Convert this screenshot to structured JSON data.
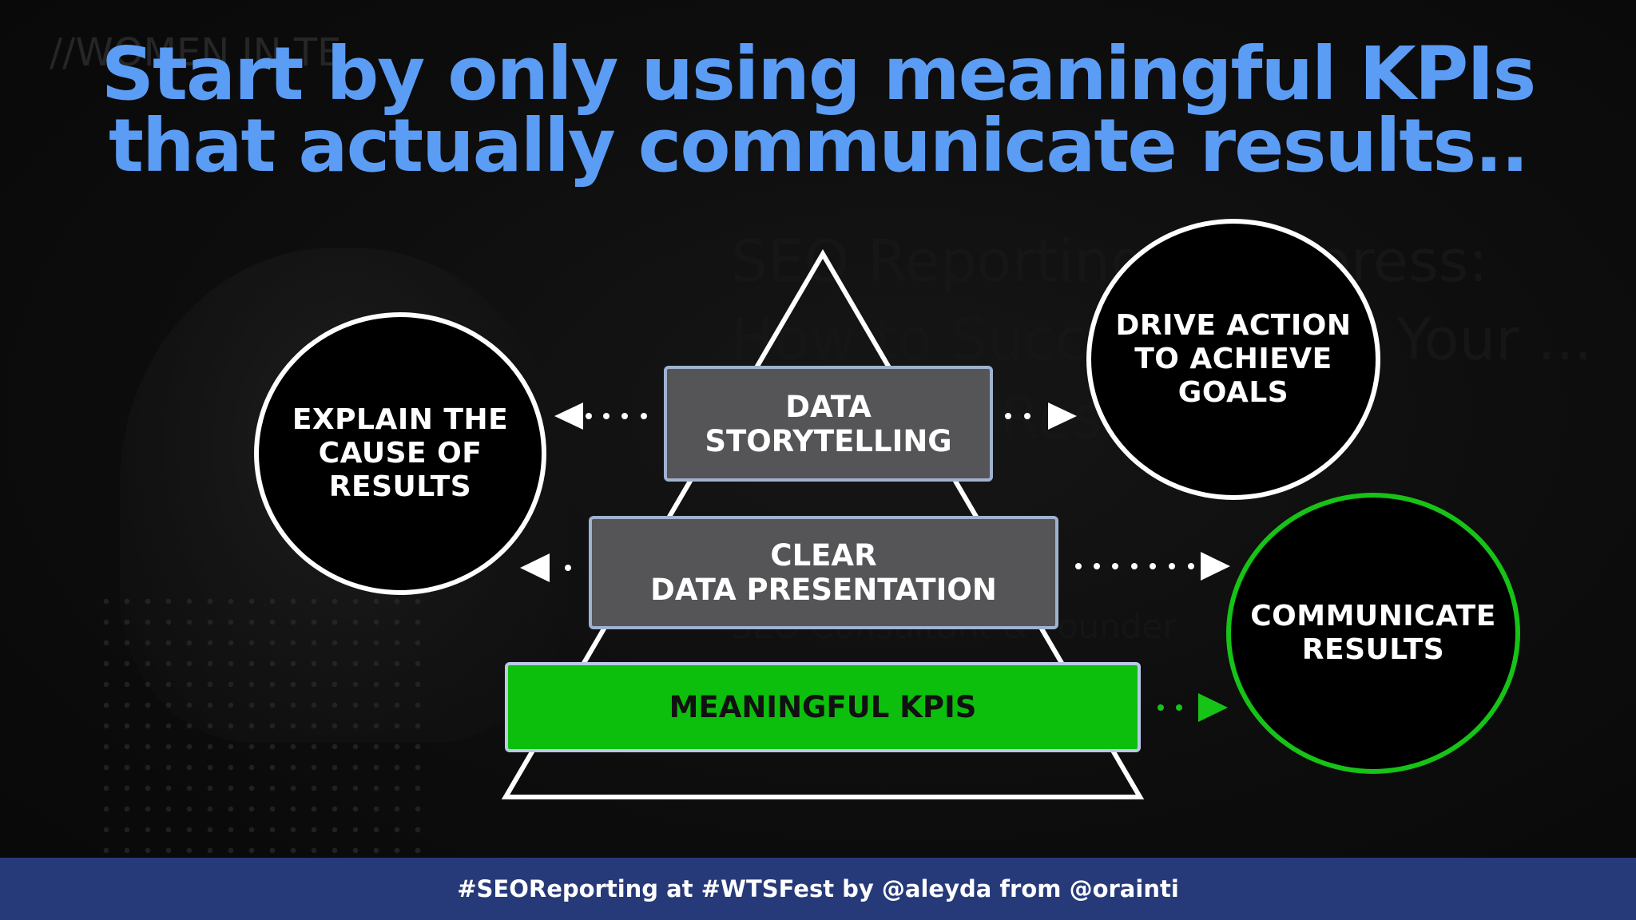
{
  "title": {
    "line1": "Start by only using meaningful KPIs",
    "line2": "that actually communicate results.."
  },
  "background": {
    "overlay_tag": "//WOMEN IN TE",
    "overlay_title": "SEO Reporting to Impress: How to Successfully ... Your ... Efforts & Results",
    "overlay_subtitle": "SEO Consultant & Founder"
  },
  "pyramid": {
    "layers": [
      {
        "label": "DATA\nSTORYTELLING"
      },
      {
        "label": "CLEAR\nDATA PRESENTATION"
      },
      {
        "label": "MEANINGFUL KPIS"
      }
    ]
  },
  "circles": {
    "left": "EXPLAIN THE\nCAUSE OF\nRESULTS",
    "top_right": "DRIVE ACTION\nTO ACHIEVE\nGOALS",
    "bottom_right": "COMMUNICATE\nRESULTS"
  },
  "footer": {
    "text": "#SEOReporting at #WTSFest by @aleyda from @orainti"
  },
  "colors": {
    "title": "#5b9cf5",
    "layer_gray": "#555558",
    "layer_green": "#0dbf0d",
    "circle_green_border": "#16c316",
    "footer_bg": "#263a7a"
  }
}
